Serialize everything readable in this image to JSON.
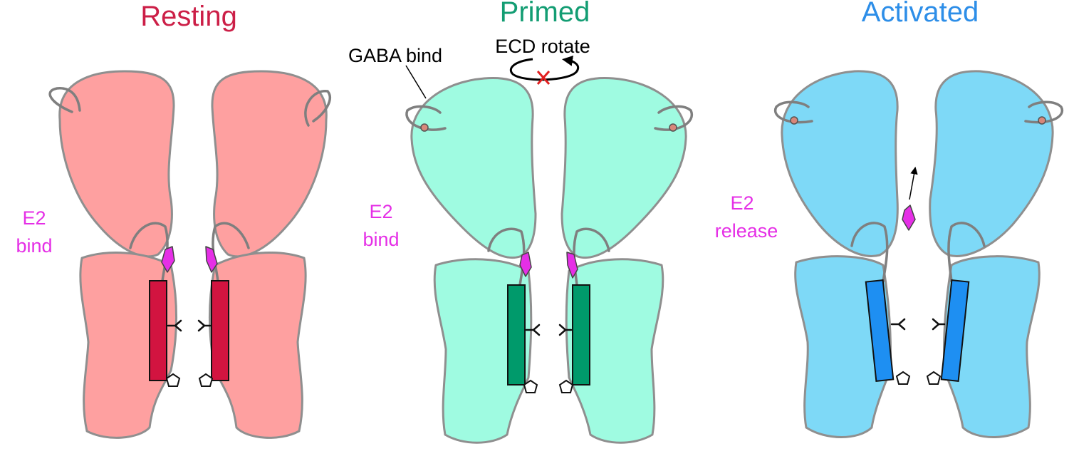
{
  "colors": {
    "resting_title": "#cc1f47",
    "resting_body": "#fea0a0",
    "resting_helix": "#d21440",
    "primed_title": "#139d73",
    "primed_body": "#9ffbe1",
    "primed_helix": "#009a6b",
    "activated_title": "#2d8ee8",
    "activated_body": "#7ed9f7",
    "activated_helix": "#1e8ff2",
    "ligand": "#e52fe6",
    "ligand_label": "#e52fe6",
    "cross": "#e21f1f",
    "outline": "#8f8f8f"
  },
  "panels": [
    {
      "id": "resting",
      "title": "Resting",
      "ligand_label_line1": "E2",
      "ligand_label_line2": "bind"
    },
    {
      "id": "primed",
      "title": "Primed",
      "ligand_label_line1": "E2",
      "ligand_label_line2": "bind",
      "annotation_binding": "GABA bind",
      "annotation_rotation": "ECD rotate"
    },
    {
      "id": "activated",
      "title": "Activated",
      "ligand_label_line1": "E2",
      "ligand_label_line2": "release"
    }
  ],
  "icons": {
    "rotation_arrow": "circular-arrow-icon",
    "blocked_mark": "cross-icon"
  }
}
